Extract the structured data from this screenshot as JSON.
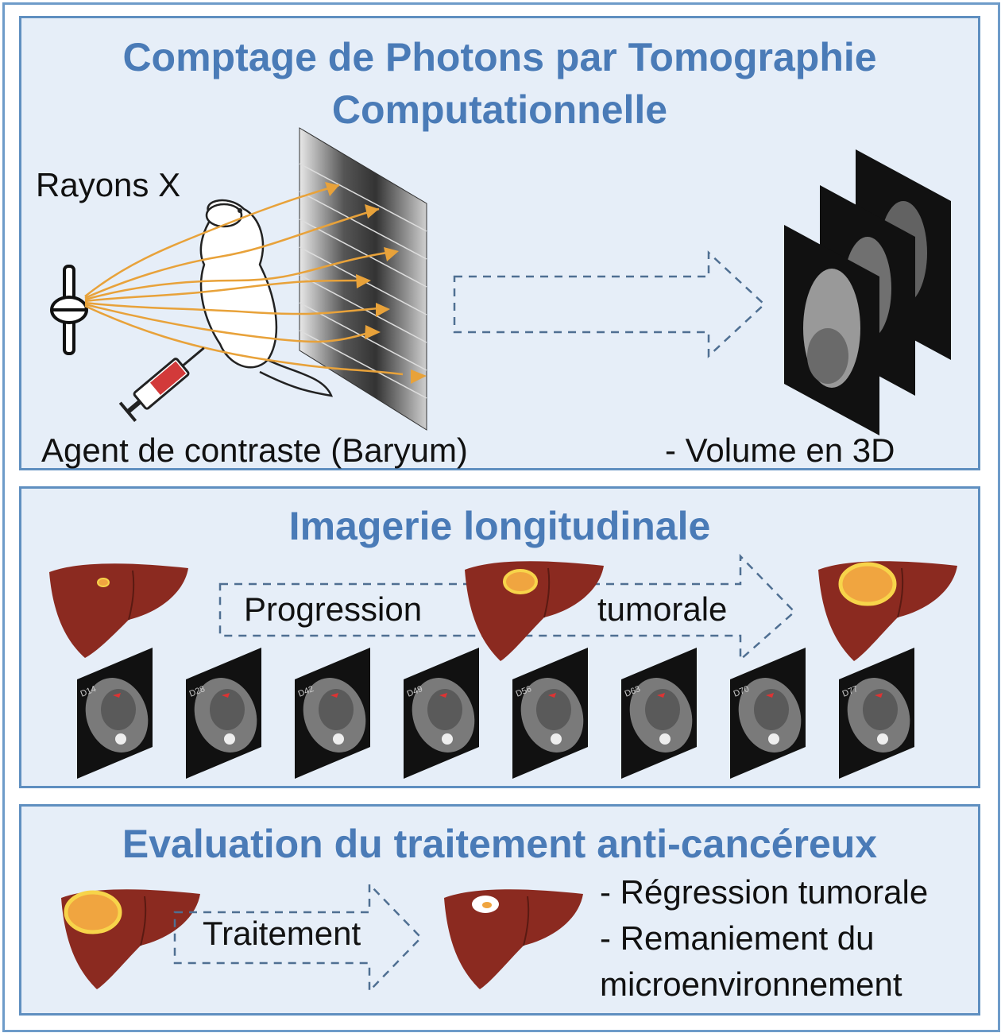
{
  "panels": [
    {
      "title_line1": "Comptage de Photons par Tomographie",
      "title_line2": "Computationnelle",
      "xray_label": "Rayons X",
      "contrast_label": "Agent de contraste (Baryum)",
      "volume_label": "- Volume en 3D"
    },
    {
      "title": "Imagerie longitudinale",
      "arrow_word1": "Progression",
      "arrow_word2": "tumorale",
      "scan_days": [
        "D14",
        "D28",
        "D42",
        "D49",
        "D56",
        "D63",
        "D70",
        "D77"
      ]
    },
    {
      "title": "Evaluation du traitement anti-cancéreux",
      "arrow_label": "Traitement",
      "outcome1": "- Régression tumorale",
      "outcome2": "- Remaniement du",
      "outcome3": "microenvironnement"
    }
  ],
  "colors": {
    "title": "#4a7bb7",
    "panel_bg": "#e6eef8",
    "border": "#5f8fc0",
    "liver": "#8b2a20",
    "tumor": "#f0a540",
    "tumor_rim": "#f7d44a",
    "xray_wave": "#e8a23a",
    "arrow_dash": "#4f6f92"
  }
}
